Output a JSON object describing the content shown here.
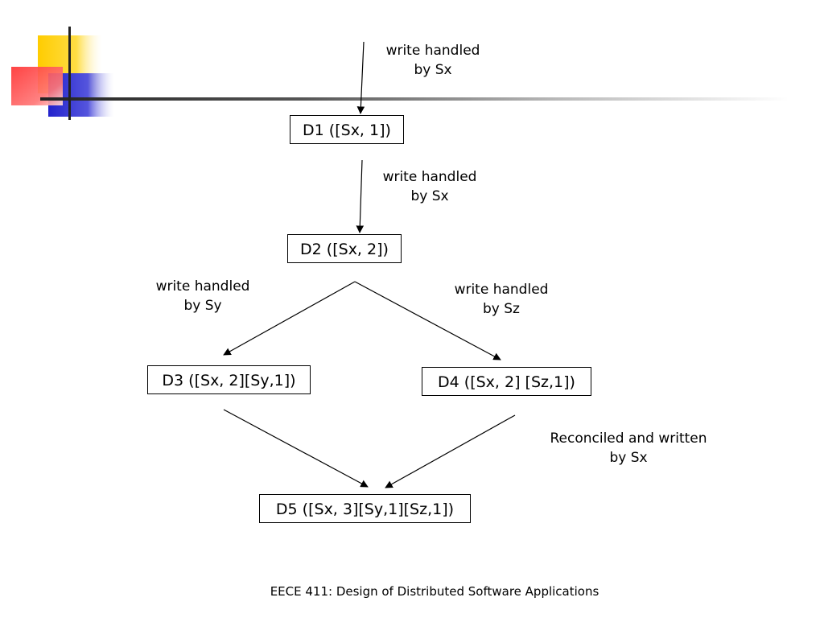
{
  "diagram": {
    "nodes": [
      {
        "id": "d1",
        "label": "D1 ([Sx, 1])"
      },
      {
        "id": "d2",
        "label": "D2 ([Sx, 2])"
      },
      {
        "id": "d3",
        "label": "D3 ([Sx, 2][Sy,1])"
      },
      {
        "id": "d4",
        "label": "D4 ([Sx, 2] [Sz,1])"
      },
      {
        "id": "d5",
        "label": "D5 ([Sx, 3][Sy,1][Sz,1])"
      }
    ],
    "edge_labels": [
      {
        "id": "e0",
        "line1": "write handled",
        "line2": "by Sx"
      },
      {
        "id": "e1",
        "line1": "write handled",
        "line2": "by Sx"
      },
      {
        "id": "e2",
        "line1": "write handled",
        "line2": "by Sy"
      },
      {
        "id": "e3",
        "line1": "write handled",
        "line2": "by Sz"
      },
      {
        "id": "e4",
        "line1": "Reconciled and written",
        "line2": "by Sx"
      }
    ],
    "edges": [
      {
        "from": "",
        "to": "d1"
      },
      {
        "from": "d1",
        "to": "d2"
      },
      {
        "from": "d2",
        "to": "d3"
      },
      {
        "from": "d2",
        "to": "d4"
      },
      {
        "from": "d3",
        "to": "d5"
      },
      {
        "from": "d4",
        "to": "d5"
      }
    ]
  },
  "footer": {
    "text": "EECE 411: Design of Distributed Software Applications"
  },
  "colors": {
    "logo_yellow": "#ffcc00",
    "logo_red": "#ff3333",
    "logo_blue": "#2222cc",
    "line": "#000000"
  }
}
